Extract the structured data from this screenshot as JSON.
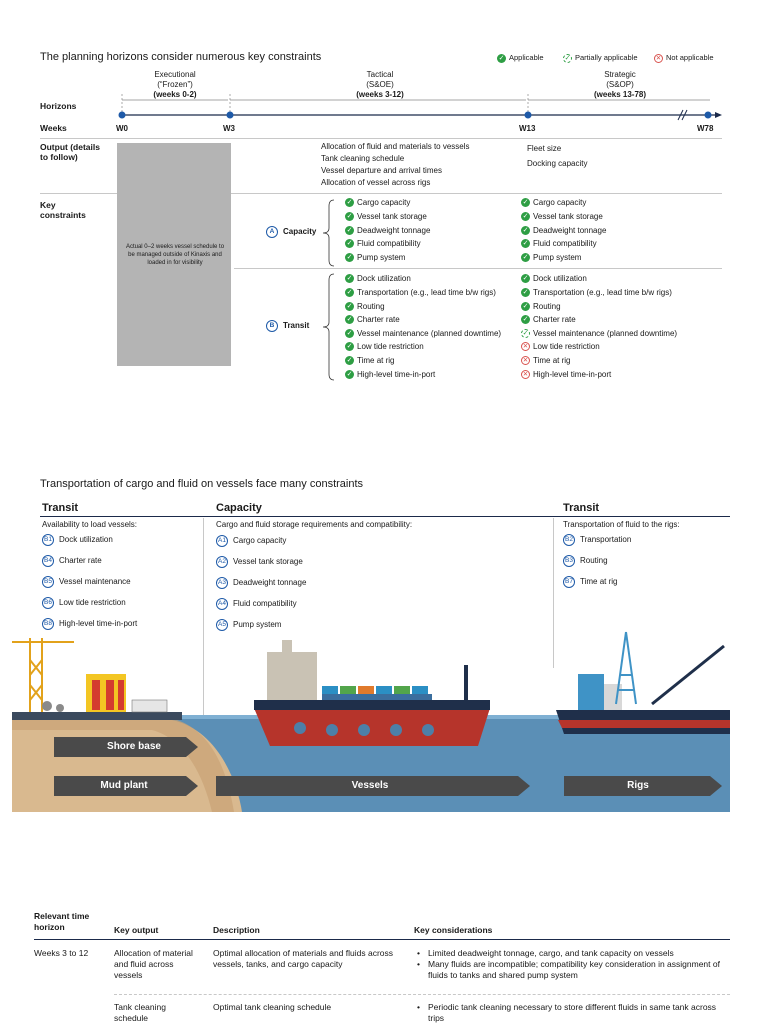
{
  "top": {
    "title": "The planning horizons consider numerous key constraints",
    "legend": {
      "applicable": "Applicable",
      "partial": "Partially applicable",
      "na": "Not applicable"
    },
    "horizons_label": "Horizons",
    "weeks_label": "Weeks",
    "output_label": "Output (details to follow)",
    "constraints_label": "Key constraints",
    "executional": {
      "line1": "Executional",
      "line2": "(“Frozen”)",
      "line3": "(weeks 0-2)"
    },
    "tactical": {
      "line1": "Tactical",
      "line2": "(S&OE)",
      "line3": "(weeks 3-12)"
    },
    "strategic": {
      "line1": "Strategic",
      "line2": "(S&OP)",
      "line3": "(weeks 13-78)"
    },
    "weeks": [
      "W0",
      "W3",
      "W13",
      "W78"
    ],
    "frozen_note": "Actual 0–2 weeks vessel schedule to be managed outside of Kinaxis and loaded in for visibility",
    "tactical_outputs": [
      "Allocation of fluid and materials to vessels",
      "Tank cleaning schedule",
      "Vessel departure and arrival times",
      "Allocation of vessel across rigs"
    ],
    "strategic_outputs": [
      "Fleet size",
      "Docking capacity"
    ],
    "capacity_tag": "A",
    "capacity_label": "Capacity",
    "transit_tag": "B",
    "transit_label": "Transit",
    "capacity_items": [
      "Cargo capacity",
      "Vessel tank storage",
      "Deadweight tonnage",
      "Fluid compatibility",
      "Pump system"
    ],
    "transit_items": [
      "Dock utilization",
      "Transportation (e.g., lead time b/w rigs)",
      "Routing",
      "Charter rate",
      "Vessel maintenance (planned downtime)",
      "Low tide restriction",
      "Time at rig",
      "High-level time-in-port"
    ],
    "strategic_transit_status": [
      "applicable",
      "applicable",
      "applicable",
      "applicable",
      "partial",
      "na",
      "na",
      "na"
    ]
  },
  "middle": {
    "title": "Transportation of cargo and fluid on vessels face many constraints",
    "col1": {
      "head": "Transit",
      "sub": "Availability to load vessels:",
      "items": [
        {
          "code": "B1",
          "label": "Dock utilization"
        },
        {
          "code": "B4",
          "label": "Charter rate"
        },
        {
          "code": "B5",
          "label": "Vessel maintenance"
        },
        {
          "code": "B6",
          "label": "Low tide restriction"
        },
        {
          "code": "B8",
          "label": "High-level time-in-port"
        }
      ]
    },
    "col2": {
      "head": "Capacity",
      "sub": "Cargo and fluid storage requirements and compatibility:",
      "items": [
        {
          "code": "A1",
          "label": "Cargo capacity"
        },
        {
          "code": "A2",
          "label": "Vessel tank storage"
        },
        {
          "code": "A3",
          "label": "Deadweight tonnage"
        },
        {
          "code": "A4",
          "label": "Fluid compatibility"
        },
        {
          "code": "A5",
          "label": "Pump system"
        }
      ]
    },
    "col3": {
      "head": "Transit",
      "sub": "Transportation of fluid to the rigs:",
      "items": [
        {
          "code": "B2",
          "label": "Transportation"
        },
        {
          "code": "B3",
          "label": "Routing"
        },
        {
          "code": "B7",
          "label": "Time at rig"
        }
      ]
    },
    "arrows": {
      "shore": "Shore base",
      "mud": "Mud plant",
      "vessels": "Vessels",
      "rigs": "Rigs"
    }
  },
  "table": {
    "headers": [
      "Relevant time horizon",
      "Key output",
      "Description",
      "Key considerations"
    ],
    "rows": [
      {
        "horizon": "Weeks 3 to 12",
        "output": "Allocation of material and fluid across vessels",
        "description": "Optimal allocation of materials and fluids across vessels, tanks, and cargo capacity",
        "considerations": [
          "Limited deadweight tonnage, cargo, and tank capacity on vessels",
          "Many fluids are incompatible; compatibility key consideration in assignment of fluids to tanks and shared pump system"
        ]
      },
      {
        "horizon": "",
        "output": "Tank cleaning schedule",
        "description": "Optimal tank cleaning schedule",
        "considerations": [
          "Periodic tank cleaning necessary to store different fluids in same tank across trips"
        ]
      }
    ]
  }
}
